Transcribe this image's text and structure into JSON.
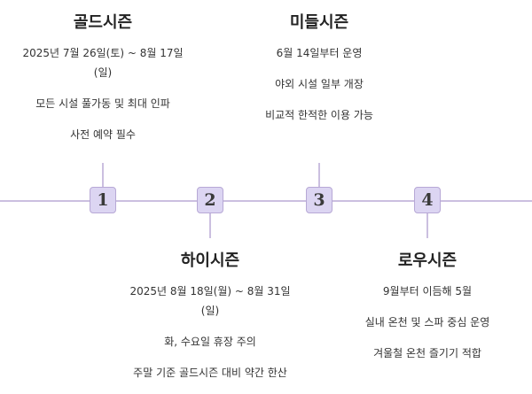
{
  "timeline": {
    "steps": [
      {
        "number": "1",
        "title": "골드시즌",
        "lines": [
          "2025년 7월 26일(토) ~ 8월 17일(일)",
          "모든 시설 풀가동 및 최대 인파",
          "사전 예약 필수"
        ]
      },
      {
        "number": "2",
        "title": "하이시즌",
        "lines": [
          "2025년 8월 18일(월) ~ 8월 31일(일)",
          "화, 수요일 휴장 주의",
          "주말 기준 골드시즌 대비 약간 한산"
        ]
      },
      {
        "number": "3",
        "title": "미들시즌",
        "lines": [
          "6월 14일부터 운영",
          "야외 시설 일부 개장",
          "비교적 한적한 이용 가능"
        ]
      },
      {
        "number": "4",
        "title": "로우시즌",
        "lines": [
          "9월부터 이듬해 5월",
          "실내 온천 및 스파 중심 운영",
          "겨울철 온천 즐기기 적합"
        ]
      }
    ]
  }
}
